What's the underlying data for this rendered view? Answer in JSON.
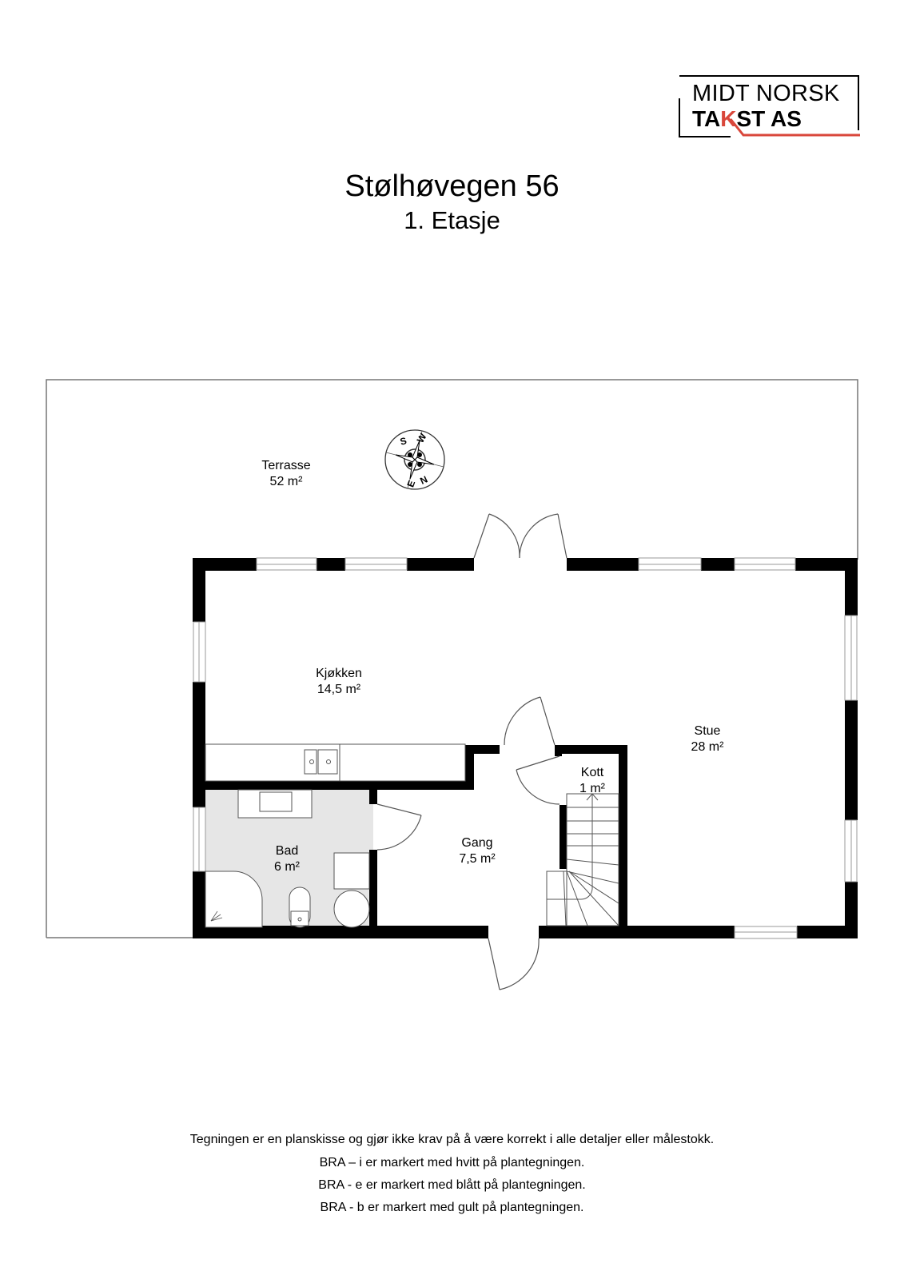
{
  "logo": {
    "line1": "MIDT NORSK",
    "line2_pre": "TA",
    "line2_k": "K",
    "line2_post": "ST AS",
    "accent_color": "#d9473b"
  },
  "header": {
    "title": "Stølhøvegen 56",
    "subtitle": "1. Etasje"
  },
  "rooms": [
    {
      "name": "Terrasse",
      "area": "52 m²"
    },
    {
      "name": "Kjøkken",
      "area": "14,5 m²"
    },
    {
      "name": "Stue",
      "area": "28 m²"
    },
    {
      "name": "Kott",
      "area": "1 m²"
    },
    {
      "name": "Bad",
      "area": "6 m²"
    },
    {
      "name": "Gang",
      "area": "7,5 m²"
    }
  ],
  "compass": {
    "n": "N",
    "s": "S",
    "e": "E",
    "w": "W"
  },
  "footer": {
    "lines": [
      "Tegningen er en planskisse og gjør ikke krav på å være korrekt i alle detaljer eller målestokk.",
      "BRA – i er markert med hvitt på plantegningen.",
      "BRA - e er markert med blått på plantegningen.",
      "BRA - b er markert med gult på plantegningen."
    ]
  },
  "colors": {
    "wall": "#000000",
    "bath_fill": "#e6e6e6",
    "line": "#666666"
  }
}
